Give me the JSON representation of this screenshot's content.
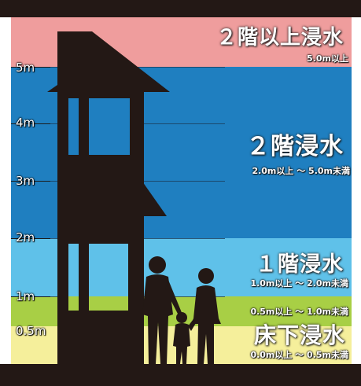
{
  "colors": {
    "dark": "#231815",
    "zone_above_5m": "#ef9d9d",
    "zone_2_to_5m": "#1f7fc0",
    "zone_1_to_2m": "#5fc1e9",
    "zone_05_to_1m": "#a8cf45",
    "zone_0_to_05m": "#f5ef9b",
    "silhouette": "#231815"
  },
  "scale": {
    "labels": [
      {
        "value": 5,
        "text": "5m"
      },
      {
        "value": 4,
        "text": "4m"
      },
      {
        "value": 3,
        "text": "3m"
      },
      {
        "value": 2,
        "text": "2m"
      },
      {
        "value": 1,
        "text": "1m"
      },
      {
        "value": 0.5,
        "text": "0.5m"
      }
    ]
  },
  "zones": [
    {
      "id": "above5",
      "from": 5.0,
      "to": null,
      "title": "２階以上浸水",
      "range": "5.0m以上"
    },
    {
      "id": "second",
      "from": 2.0,
      "to": 5.0,
      "title": "２階浸水",
      "range": "2.0m以上 ～ 5.0m未満"
    },
    {
      "id": "first",
      "from": 1.0,
      "to": 2.0,
      "title": "１階浸水",
      "range": "1.0m以上 ～ 2.0m未満"
    },
    {
      "id": "mid",
      "from": 0.5,
      "to": 1.0,
      "title": "",
      "range": "0.5m以上 ～ 1.0m未満"
    },
    {
      "id": "floor",
      "from": 0.0,
      "to": 0.5,
      "title": "床下浸水",
      "range": "0.0m以上 ～ 0.5m未満"
    }
  ],
  "illustration": {
    "house_icon": "house-silhouette-icon",
    "family_icon": "family-silhouette-icon"
  }
}
